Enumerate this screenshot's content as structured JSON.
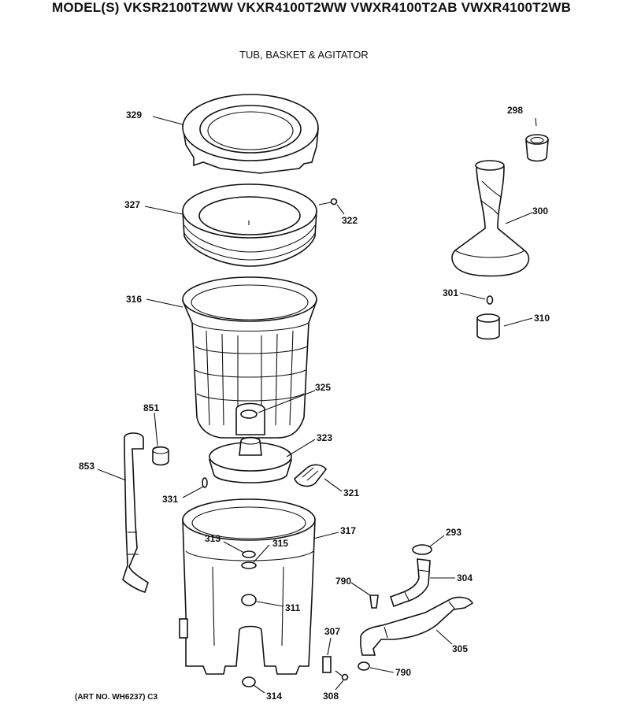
{
  "header": {
    "title": "MODEL(S) VKSR2100T2WW VKXR4100T2WW VWXR4100T2AB VWXR4100T2WB",
    "subtitle": "TUB, BASKET & AGITATOR"
  },
  "footer": {
    "art_no": "(ART NO. WH6237) C3"
  },
  "parts": [
    {
      "key": "p329",
      "label": "329"
    },
    {
      "key": "p327",
      "label": "327"
    },
    {
      "key": "p322",
      "label": "322"
    },
    {
      "key": "p298",
      "label": "298"
    },
    {
      "key": "p300",
      "label": "300"
    },
    {
      "key": "p301",
      "label": "301"
    },
    {
      "key": "p310",
      "label": "310"
    },
    {
      "key": "p316",
      "label": "316"
    },
    {
      "key": "p325",
      "label": "325"
    },
    {
      "key": "p851",
      "label": "851"
    },
    {
      "key": "p853",
      "label": "853"
    },
    {
      "key": "p323",
      "label": "323"
    },
    {
      "key": "p331",
      "label": "331"
    },
    {
      "key": "p321",
      "label": "321"
    },
    {
      "key": "p317",
      "label": "317"
    },
    {
      "key": "p313",
      "label": "313"
    },
    {
      "key": "p315",
      "label": "315"
    },
    {
      "key": "p293",
      "label": "293"
    },
    {
      "key": "p790a",
      "label": "790"
    },
    {
      "key": "p304",
      "label": "304"
    },
    {
      "key": "p311",
      "label": "311"
    },
    {
      "key": "p307",
      "label": "307"
    },
    {
      "key": "p305",
      "label": "305"
    },
    {
      "key": "p790b",
      "label": "790"
    },
    {
      "key": "p314",
      "label": "314"
    },
    {
      "key": "p308",
      "label": "308"
    }
  ]
}
